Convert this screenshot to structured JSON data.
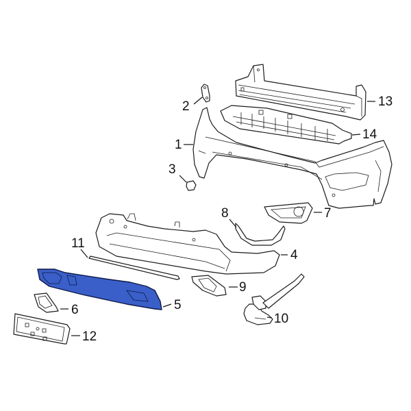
{
  "diagram": {
    "highlight_color": "#3a5fc8",
    "highlight_outline": "#0d1a4a",
    "highlighted_part": "5",
    "callouts": [
      {
        "id": "1",
        "label": "1",
        "part": "bumper-cover-upper"
      },
      {
        "id": "2",
        "label": "2",
        "part": "bracket"
      },
      {
        "id": "3",
        "label": "3",
        "part": "tow-hook-cap"
      },
      {
        "id": "4",
        "label": "4",
        "part": "bumper-cover-lower"
      },
      {
        "id": "5",
        "label": "5",
        "part": "lower-valance-panel"
      },
      {
        "id": "6",
        "label": "6",
        "part": "fog-lamp-bezel-left"
      },
      {
        "id": "7",
        "label": "7",
        "part": "fog-lamp-bezel-right"
      },
      {
        "id": "8",
        "label": "8",
        "part": "trim-molding"
      },
      {
        "id": "9",
        "label": "9",
        "part": "tow-hook-bezel"
      },
      {
        "id": "10",
        "label": "10",
        "part": "tow-hook"
      },
      {
        "id": "11",
        "label": "11",
        "part": "lower-molding-strip"
      },
      {
        "id": "12",
        "label": "12",
        "part": "license-plate-bracket"
      },
      {
        "id": "13",
        "label": "13",
        "part": "impact-bar"
      },
      {
        "id": "14",
        "label": "14",
        "part": "energy-absorber"
      }
    ]
  }
}
